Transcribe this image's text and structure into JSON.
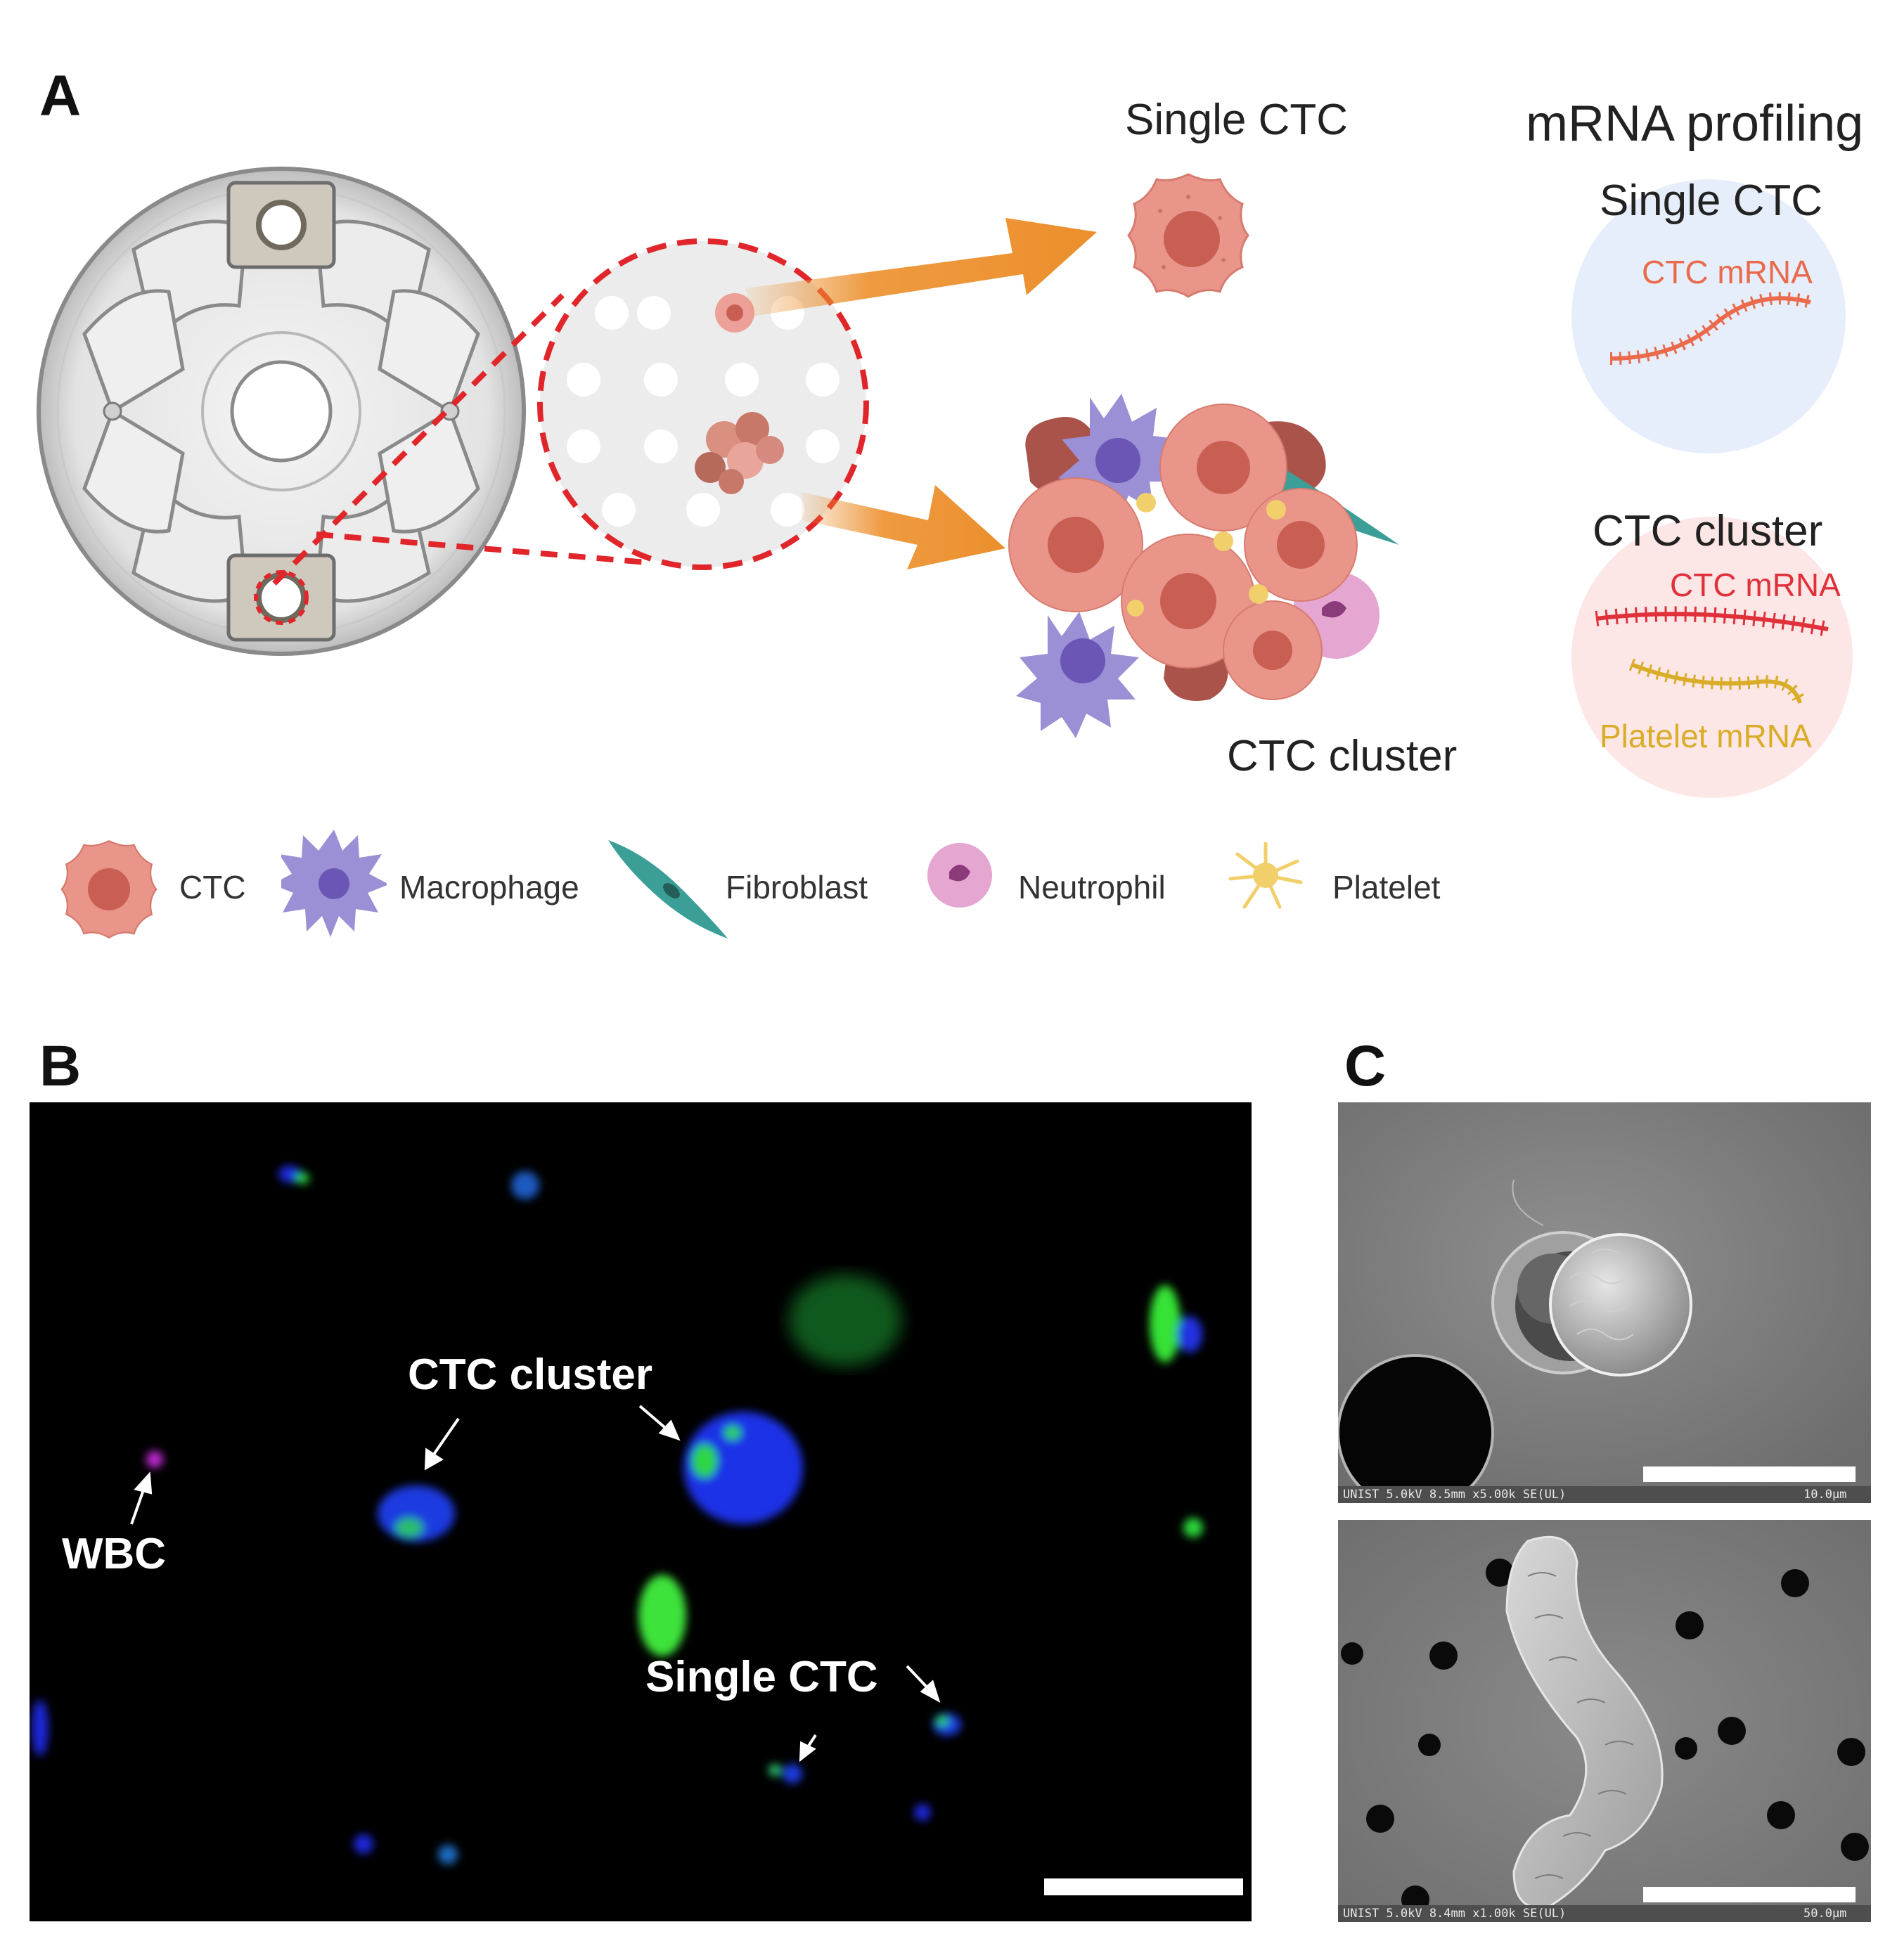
{
  "panels": {
    "a": "A",
    "b": "B",
    "c": "C"
  },
  "panel_a": {
    "single_ctc_label": "Single CTC",
    "ctc_cluster_label": "CTC cluster",
    "profiling": {
      "title": "mRNA profiling",
      "single_title": "Single CTC",
      "single_mrna": "CTC mRNA",
      "cluster_title": "CTC cluster",
      "cluster_mrna_ctc": "CTC mRNA",
      "cluster_mrna_platelet": "Platelet mRNA"
    },
    "legend": [
      {
        "label": "CTC",
        "icon": "ctc-cell-icon"
      },
      {
        "label": "Macrophage",
        "icon": "macrophage-icon"
      },
      {
        "label": "Fibroblast",
        "icon": "fibroblast-icon"
      },
      {
        "label": "Neutrophil",
        "icon": "neutrophil-icon"
      },
      {
        "label": "Platelet",
        "icon": "platelet-icon"
      }
    ],
    "colors": {
      "ctc": "#e9958a",
      "ctc_nucleus": "#c95f52",
      "macrophage": "#9b8fd6",
      "fibroblast": "#3c9f97",
      "neutrophil": "#e6a6d2",
      "platelet": "#f1cf6a",
      "arrow": "#ec8f2c",
      "dashed": "#e0262b",
      "single_bubble": "#e6eefb",
      "cluster_bubble": "#fde6e6",
      "ctc_mrna": "#ea6a4b",
      "ctc_mrna_cluster": "#e0303a",
      "platelet_mrna": "#d9ad27"
    }
  },
  "panel_b": {
    "labels": {
      "ctc_cluster": "CTC cluster",
      "wbc": "WBC",
      "single_ctc": "Single CTC"
    }
  },
  "panel_c": {
    "top_caption": "UNIST 5.0kV 8.5mm x5.00k SE(UL)",
    "top_scale": "10.0μm",
    "bottom_caption": "UNIST 5.0kV 8.4mm x1.00k SE(UL)",
    "bottom_scale": "50.0μm"
  }
}
